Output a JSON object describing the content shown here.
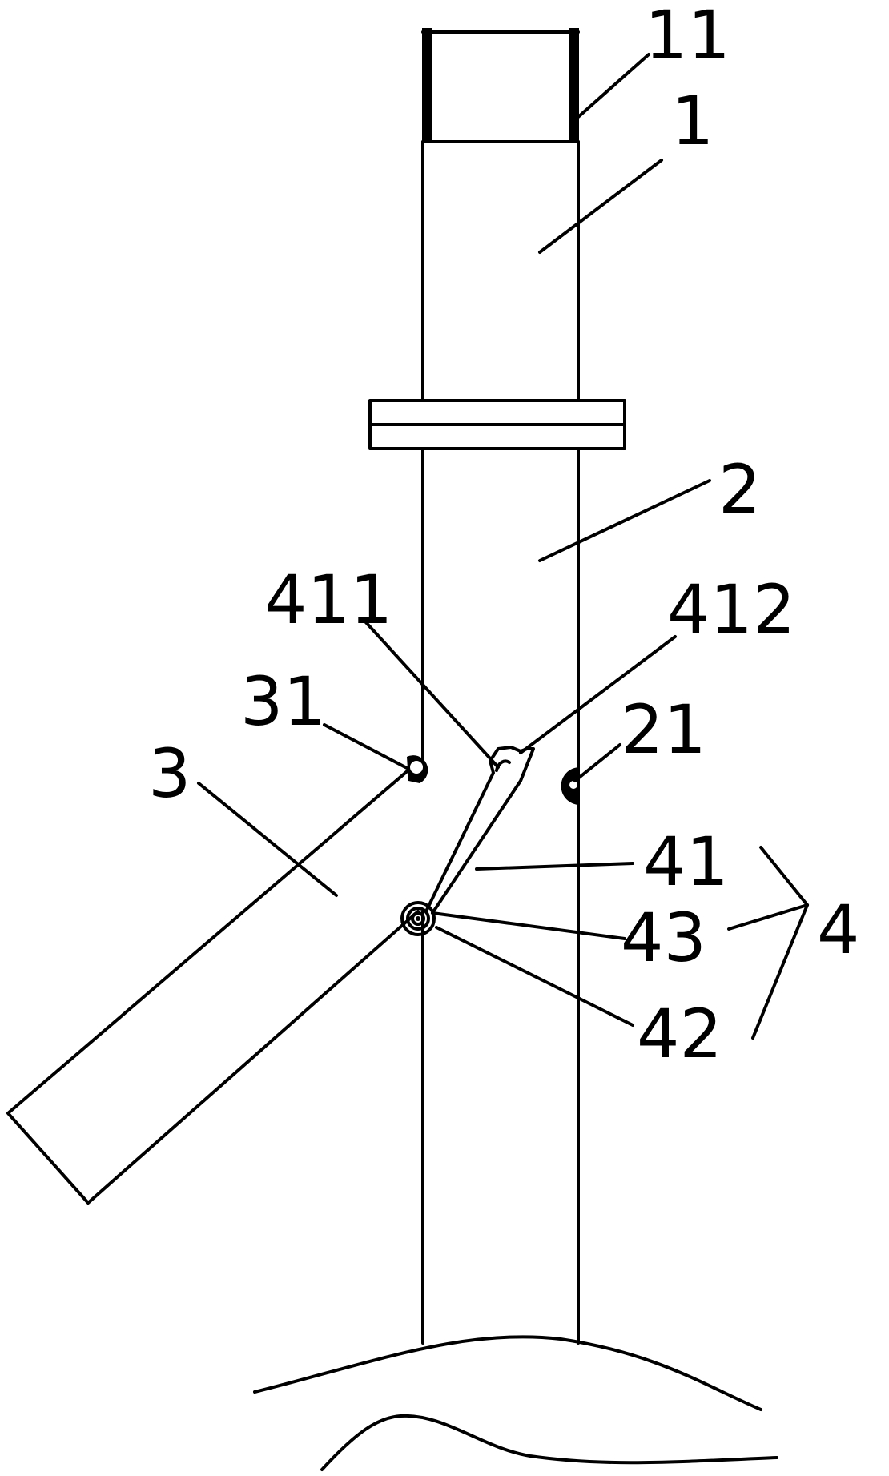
{
  "figure": {
    "labels": {
      "part_11": "11",
      "part_1": "1",
      "part_2": "2",
      "part_411": "411",
      "part_412": "412",
      "part_31": "31",
      "part_3": "3",
      "part_21": "21",
      "part_41": "41",
      "part_4": "4",
      "part_43": "43",
      "part_42": "42"
    }
  }
}
